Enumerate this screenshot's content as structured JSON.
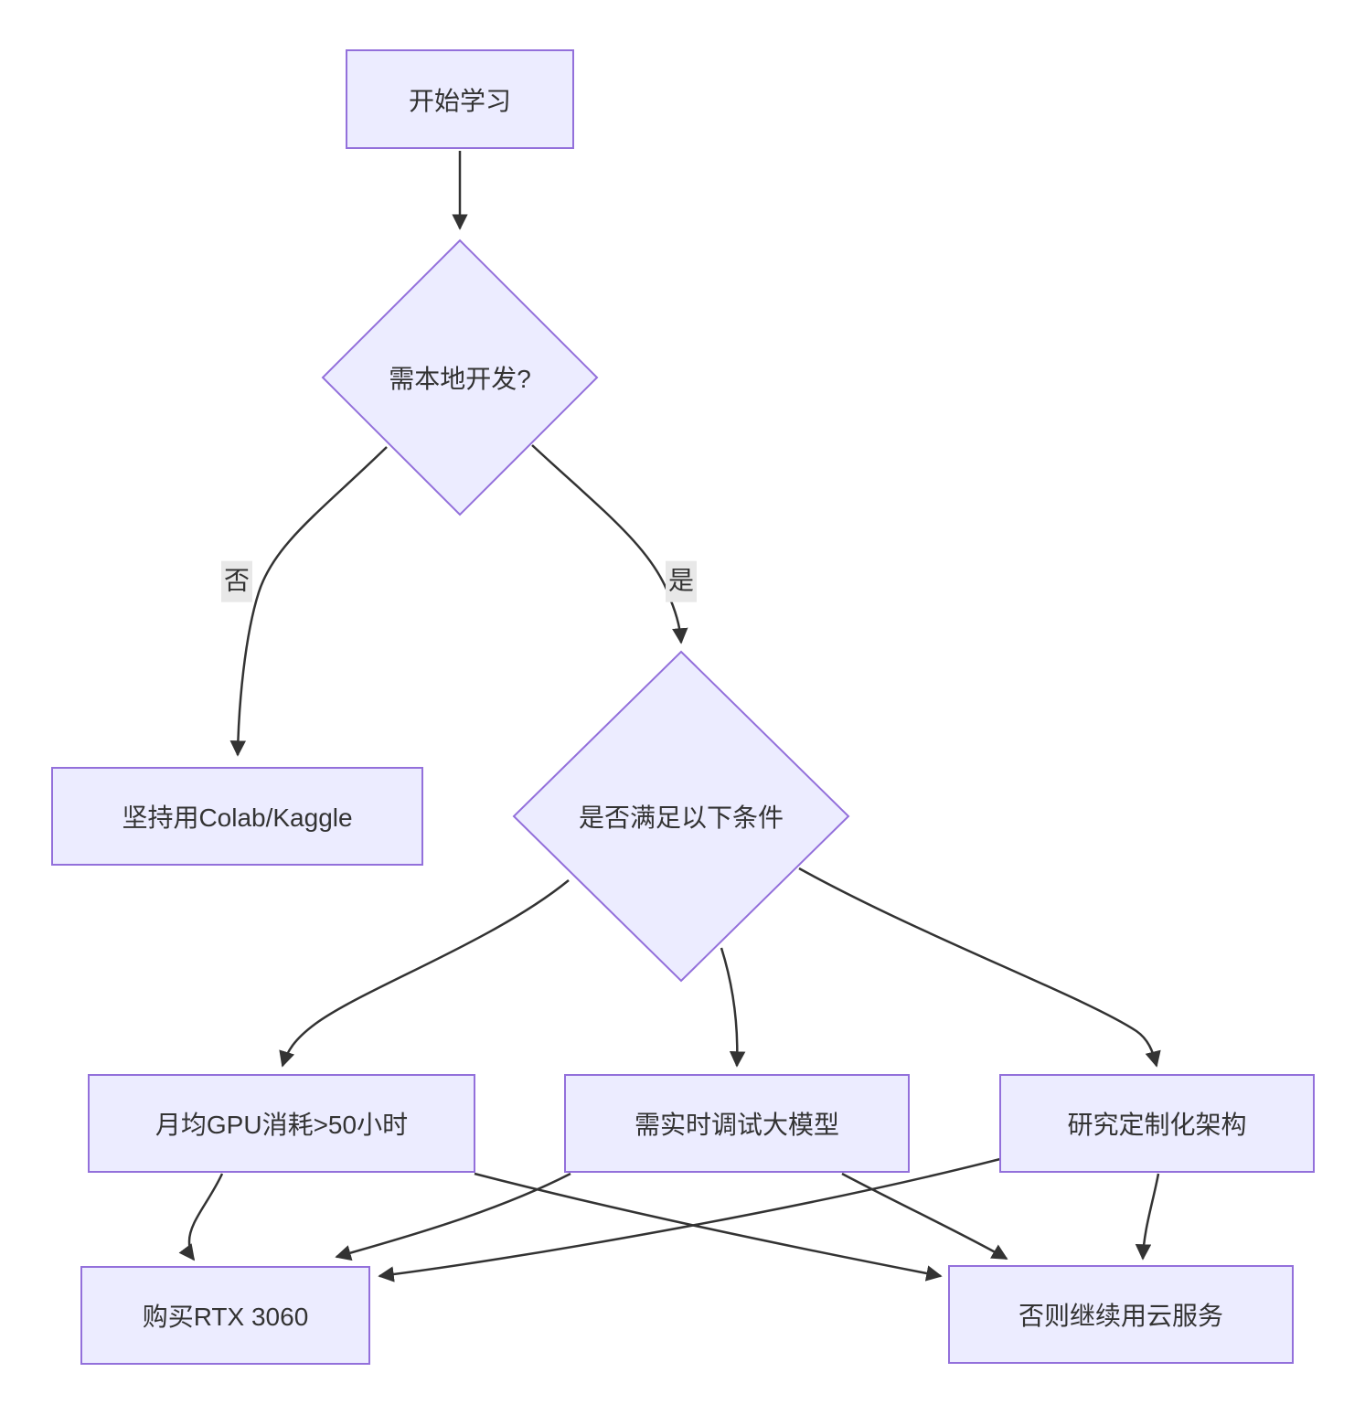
{
  "diagram": {
    "type": "flowchart",
    "background": "#ffffff",
    "colors": {
      "node_fill": "#ECECFF",
      "node_border": "#9370DB",
      "edge_line": "#333333",
      "text": "#333333",
      "edge_label_bg": "#e8e8e8"
    },
    "nodes": {
      "start": {
        "label": "开始学习",
        "shape": "rect"
      },
      "decision_local": {
        "label": "需本地开发?",
        "shape": "diamond"
      },
      "colab": {
        "label": "坚持用Colab/Kaggle",
        "shape": "rect"
      },
      "decision_conditions": {
        "label": "是否满足以下条件",
        "shape": "diamond"
      },
      "gpu_usage": {
        "label": "月均GPU消耗>50小时",
        "shape": "rect"
      },
      "debug_large_models": {
        "label": "需实时调试大模型",
        "shape": "rect"
      },
      "custom_arch": {
        "label": "研究定制化架构",
        "shape": "rect"
      },
      "buy_rtx": {
        "label": "购买RTX 3060",
        "shape": "rect"
      },
      "cloud": {
        "label": "否则继续用云服务",
        "shape": "rect"
      }
    },
    "edges": [
      {
        "from": "start",
        "to": "decision_local",
        "label": ""
      },
      {
        "from": "decision_local",
        "to": "colab",
        "label": "否"
      },
      {
        "from": "decision_local",
        "to": "decision_conditions",
        "label": "是"
      },
      {
        "from": "decision_conditions",
        "to": "gpu_usage",
        "label": ""
      },
      {
        "from": "decision_conditions",
        "to": "debug_large_models",
        "label": ""
      },
      {
        "from": "decision_conditions",
        "to": "custom_arch",
        "label": ""
      },
      {
        "from": "gpu_usage",
        "to": "buy_rtx",
        "label": ""
      },
      {
        "from": "gpu_usage",
        "to": "cloud",
        "label": ""
      },
      {
        "from": "debug_large_models",
        "to": "buy_rtx",
        "label": ""
      },
      {
        "from": "debug_large_models",
        "to": "cloud",
        "label": ""
      },
      {
        "from": "custom_arch",
        "to": "buy_rtx",
        "label": ""
      },
      {
        "from": "custom_arch",
        "to": "cloud",
        "label": ""
      }
    ]
  }
}
